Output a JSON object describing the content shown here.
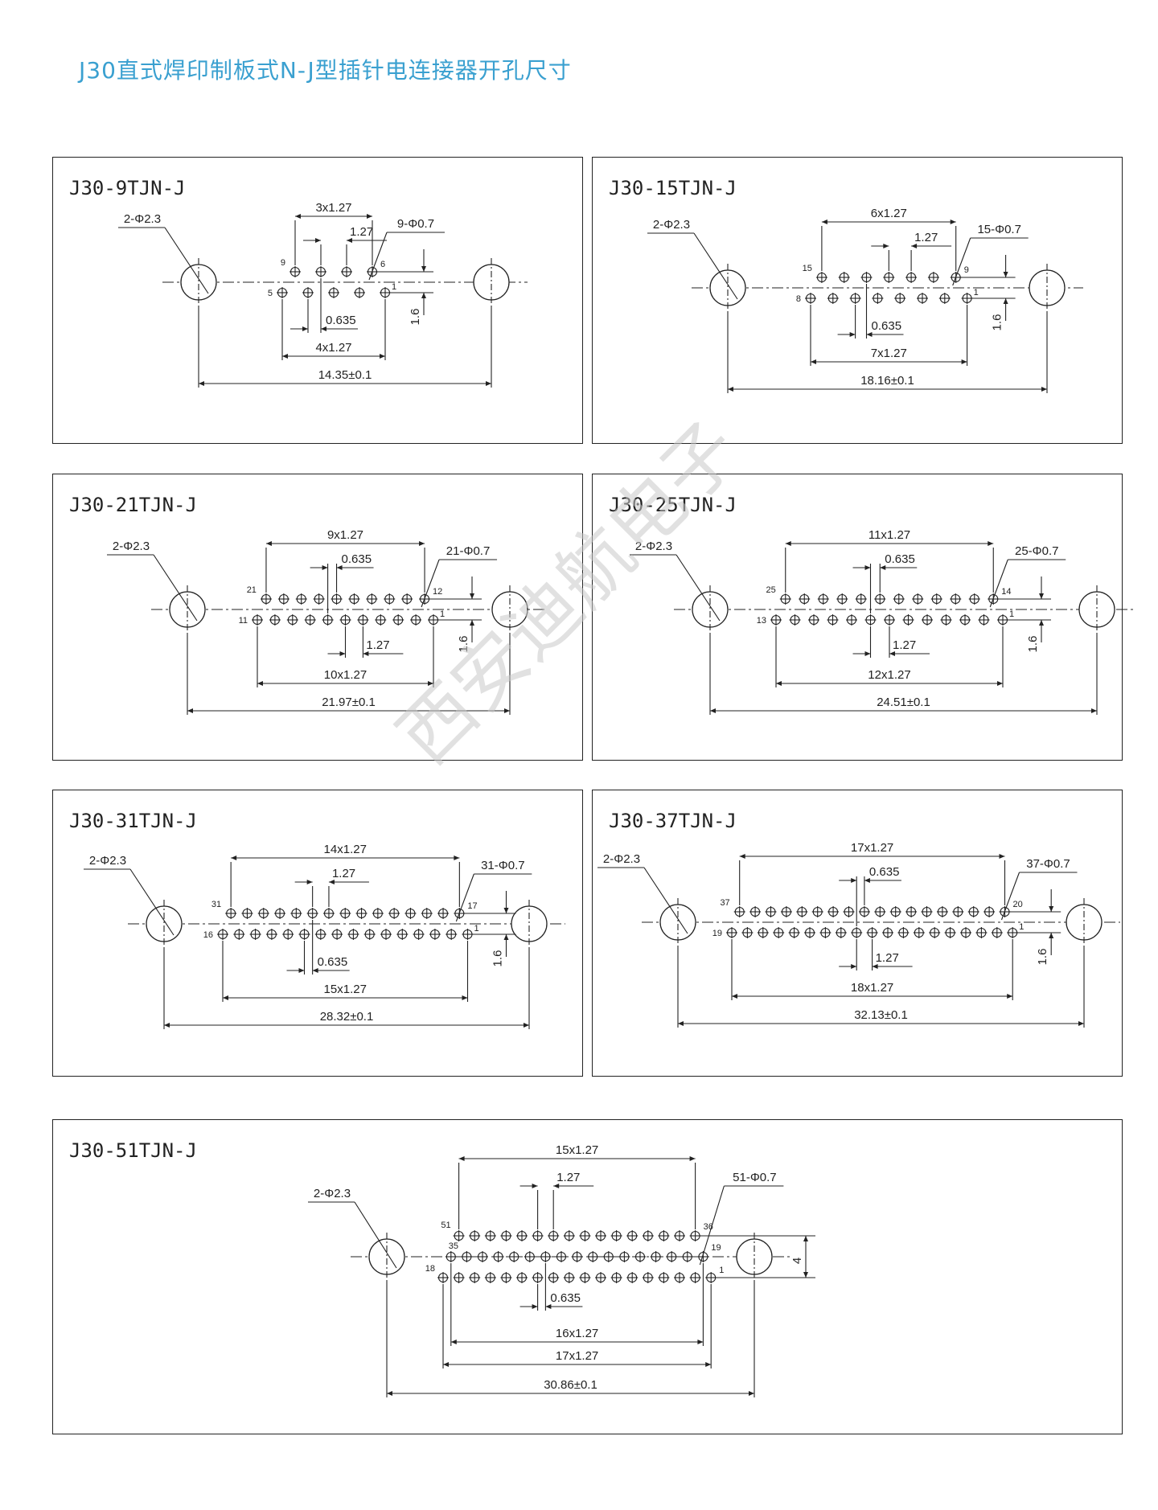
{
  "page": {
    "title": "J30直式焊印制板式N-J型插针电连接器开孔尺寸",
    "watermark": "西安迪航电子"
  },
  "panels": [
    {
      "id": "9",
      "model": "J30-9TJN-J",
      "mount_holes": "2-Φ2.3",
      "pin_holes": "9-Φ0.7",
      "rows": [
        {
          "count": 4,
          "first_label": "9",
          "last_label": "6"
        },
        {
          "count": 5,
          "first_label": "5",
          "last_label": "1"
        }
      ],
      "dim_top_span": "3x1.27",
      "dim_pitch": "1.27",
      "dim_offset": "0.635",
      "dim_row_gap": "1.6",
      "dim_bottom_span": "4x1.27",
      "dim_mount": "14.35±0.1"
    },
    {
      "id": "15",
      "model": "J30-15TJN-J",
      "mount_holes": "2-Φ2.3",
      "pin_holes": "15-Φ0.7",
      "rows": [
        {
          "count": 7,
          "first_label": "15",
          "last_label": "9"
        },
        {
          "count": 8,
          "first_label": "8",
          "last_label": "1"
        }
      ],
      "dim_top_span": "6x1.27",
      "dim_pitch": "1.27",
      "dim_offset": "0.635",
      "dim_row_gap": "1.6",
      "dim_bottom_span": "7x1.27",
      "dim_mount": "18.16±0.1"
    },
    {
      "id": "21",
      "model": "J30-21TJN-J",
      "mount_holes": "2-Φ2.3",
      "pin_holes": "21-Φ0.7",
      "rows": [
        {
          "count": 10,
          "first_label": "21",
          "last_label": "12"
        },
        {
          "count": 11,
          "first_label": "11",
          "last_label": "1"
        }
      ],
      "dim_top_span": "9x1.27",
      "dim_pitch": "1.27",
      "dim_offset": "0.635",
      "dim_row_gap": "1.6",
      "dim_bottom_span": "10x1.27",
      "dim_mount": "21.97±0.1"
    },
    {
      "id": "25",
      "model": "J30-25TJN-J",
      "mount_holes": "2-Φ2.3",
      "pin_holes": "25-Φ0.7",
      "rows": [
        {
          "count": 12,
          "first_label": "25",
          "last_label": "14"
        },
        {
          "count": 13,
          "first_label": "13",
          "last_label": "1"
        }
      ],
      "dim_top_span": "11x1.27",
      "dim_pitch": "1.27",
      "dim_offset": "0.635",
      "dim_row_gap": "1.6",
      "dim_bottom_span": "12x1.27",
      "dim_mount": "24.51±0.1"
    },
    {
      "id": "31",
      "model": "J30-31TJN-J",
      "mount_holes": "2-Φ2.3",
      "pin_holes": "31-Φ0.7",
      "rows": [
        {
          "count": 15,
          "first_label": "31",
          "last_label": "17"
        },
        {
          "count": 16,
          "first_label": "16",
          "last_label": "1"
        }
      ],
      "dim_top_span": "14x1.27",
      "dim_pitch": "1.27",
      "dim_offset": "0.635",
      "dim_row_gap": "1.6",
      "dim_bottom_span": "15x1.27",
      "dim_mount": "28.32±0.1"
    },
    {
      "id": "37",
      "model": "J30-37TJN-J",
      "mount_holes": "2-Φ2.3",
      "pin_holes": "37-Φ0.7",
      "rows": [
        {
          "count": 18,
          "first_label": "37",
          "last_label": "20"
        },
        {
          "count": 19,
          "first_label": "19",
          "last_label": "1"
        }
      ],
      "dim_top_span": "17x1.27",
      "dim_pitch": "1.27",
      "dim_offset": "0.635",
      "dim_row_gap": "1.6",
      "dim_bottom_span": "18x1.27",
      "dim_mount": "32.13±0.1"
    },
    {
      "id": "51",
      "model": "J30-51TJN-J",
      "mount_holes": "2-Φ2.3",
      "pin_holes": "51-Φ0.7",
      "rows": [
        {
          "count": 16,
          "first_label": "51",
          "last_label": "36"
        },
        {
          "count": 17,
          "first_label": "35",
          "last_label": "19"
        },
        {
          "count": 18,
          "first_label": "18",
          "last_label": "1"
        }
      ],
      "dim_top_span": "15x1.27",
      "dim_pitch": "1.27",
      "dim_offset": "0.635",
      "dim_row_gap": "4",
      "dim_bottom_span": "16x1.27",
      "dim_bottom_span2": "17x1.27",
      "dim_mount": "30.86±0.1"
    }
  ]
}
